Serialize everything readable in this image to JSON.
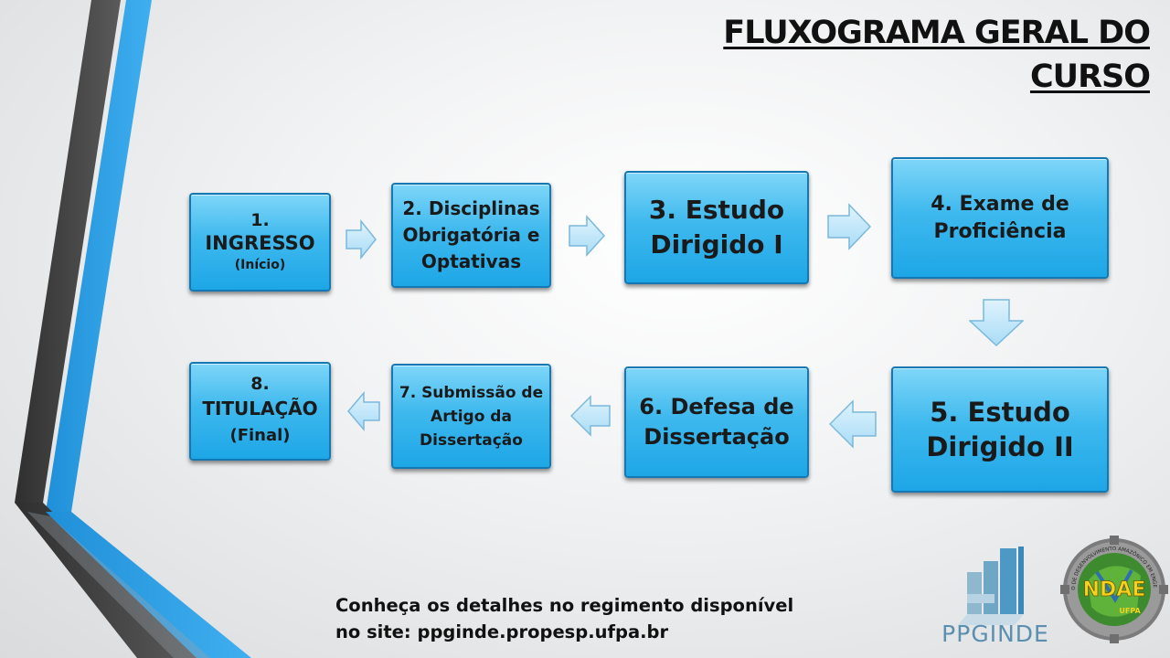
{
  "title": {
    "line1": "FLUXOGRAMA GERAL DO",
    "line2": "CURSO"
  },
  "steps": [
    {
      "num": "1.",
      "name": "INGRESSO",
      "note": "(Início)"
    },
    {
      "line1": "2. Disciplinas",
      "line2": "Obrigatória e",
      "line3": "Optativas"
    },
    {
      "line1": "3. Estudo",
      "line2": "Dirigido I"
    },
    {
      "line1": "4. Exame de",
      "line2": "Proficiência"
    },
    {
      "line1": "5. Estudo",
      "line2": "Dirigido II"
    },
    {
      "line1": "6. Defesa de",
      "line2": "Dissertação"
    },
    {
      "line1": "7. Submissão de",
      "line2": "Artigo da",
      "line3": "Dissertação"
    },
    {
      "num": "8.",
      "name": "TITULAÇÃO",
      "note": "(Final)"
    }
  ],
  "footer": {
    "line1": "Conheça os detalhes no regimento disponível",
    "line2": "no site: ppginde.propesp.ufpa.br"
  },
  "logos": {
    "ppginde": "PPGINDE",
    "ndae": "NDAE",
    "ufpa": "UFPA",
    "ndae_ring": "NÚCLEO DE DESENVOLVIMENTO AMAZÔNICO EM ENGENHARIA"
  },
  "colors": {
    "box_top": "#7fd6f8",
    "box_bottom": "#1da6e6",
    "box_border": "#1478b4",
    "stripe_blue": "#2a9be0",
    "stripe_dark": "#4a4a4a"
  }
}
